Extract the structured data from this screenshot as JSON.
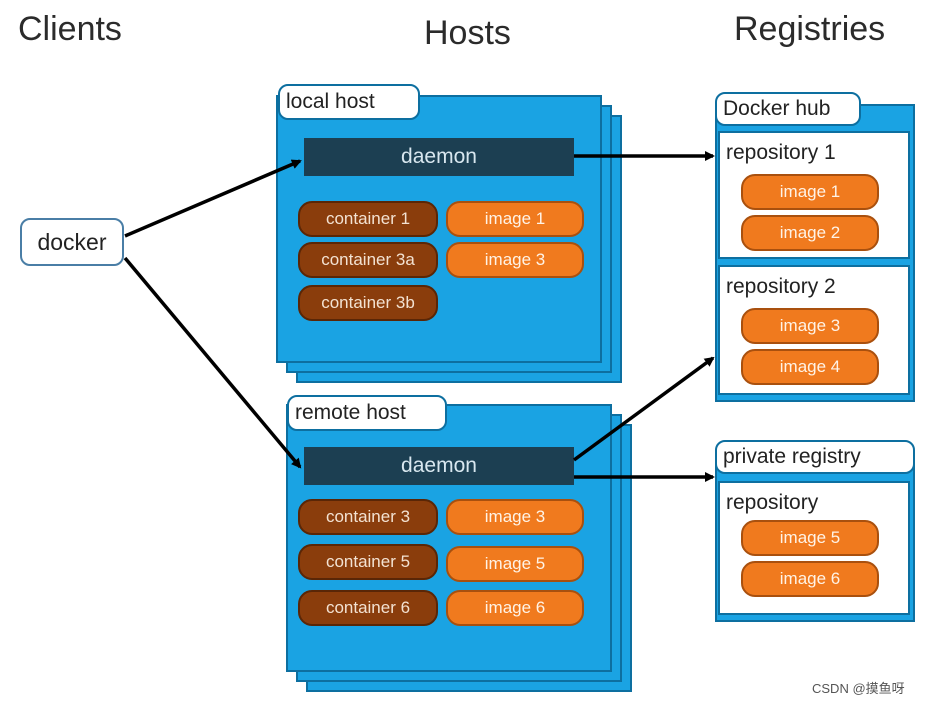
{
  "columns": {
    "clients": "Clients",
    "hosts": "Hosts",
    "registries": "Registries"
  },
  "client": {
    "label": "docker"
  },
  "local_host": {
    "label": "local host",
    "daemon": "daemon",
    "containers": [
      "container 1",
      "container 3a",
      "container 3b"
    ],
    "images": [
      "image 1",
      "image 3"
    ]
  },
  "remote_host": {
    "label": "remote host",
    "daemon": "daemon",
    "containers": [
      "container 3",
      "container 5",
      "container 6"
    ],
    "images": [
      "image 3",
      "image 5",
      "image 6"
    ]
  },
  "docker_hub": {
    "label": "Docker hub",
    "repo1": {
      "label": "repository 1",
      "images": [
        "image 1",
        "image 2"
      ]
    },
    "repo2": {
      "label": "repository 2",
      "images": [
        "image 3",
        "image 4"
      ]
    }
  },
  "private_registry": {
    "label": "private registry",
    "repo": {
      "label": "repository",
      "images": [
        "image 5",
        "image 6"
      ]
    }
  },
  "watermark": "CSDN @摸鱼呀",
  "colors": {
    "host_blue": "#1aa3e3",
    "daemon": "#1c3f52",
    "container": "#8a3d0c",
    "image": "#f07a1e"
  }
}
